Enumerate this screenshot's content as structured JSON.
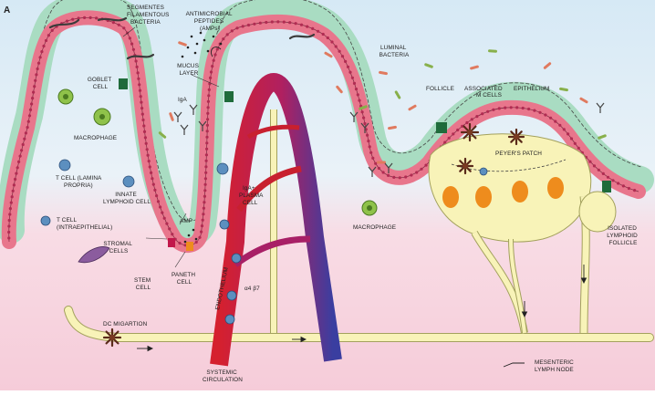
{
  "panel_label": "A",
  "labels": {
    "segmented_bacteria": [
      "SEGMENTES",
      "FILAMENTOUS",
      "BACTERIA"
    ],
    "amps": [
      "ANTIMICROBIAL",
      "PEPTIDES",
      "(AMPs)"
    ],
    "mucus_layer": [
      "MUCUS",
      "LAYER"
    ],
    "luminal_bacteria": [
      "LUMINAL",
      "BACTERIA"
    ],
    "goblet_cell": [
      "GOBLET",
      "CELL"
    ],
    "macrophage_left": "MACROPHAGE",
    "iga": "IgA",
    "follicle": "FOLLICLE",
    "associated": "ASSOCIATED",
    "m_cells": "M CELLS",
    "epithelium": "EPITHELIUM",
    "peyers_patch": "PEYER'S PATCH",
    "t_cell_lp": [
      "T CELL (LAMINA",
      "PROPRIA)"
    ],
    "innate_lymphoid": [
      "INNATE",
      "LYMPHOID CELL"
    ],
    "iga_plasma": [
      "IgA+",
      "PLASMA",
      "CELL"
    ],
    "amp_small": "AMP",
    "t_cell_ie": [
      "T CELL",
      "(INTRAEPITHELIAL)"
    ],
    "stromal_cells": [
      "STROMAL",
      "CELLS"
    ],
    "stem_cell": [
      "STEM",
      "CELL"
    ],
    "paneth_cell": [
      "PANETH",
      "CELL"
    ],
    "endothelium": "ENDOTHELIUM",
    "integrin": "α4 β7",
    "macrophage_right": "MACROPHAGE",
    "isolated_follicle": [
      "ISOLATED",
      "LYMPHOID",
      "FOLLICLE"
    ],
    "dc_migration": "DC MIGARTION",
    "systemic": [
      "SYSTEMIC",
      "CIRCULATION"
    ],
    "mesenteric": [
      "MESENTERIC",
      "LYMPH NODE"
    ]
  },
  "colors": {
    "lumen": "#dcecf6",
    "lamina_propria": "#f8d3df",
    "mucus": "#a9dcc2",
    "epithelium": "#e8768c",
    "nucleus": "#b02c52",
    "goblet": "#1f6b3b",
    "lymph": "#f8f3b8",
    "lymph_stroke": "#a3a15d",
    "artery": "#d5202e",
    "vein": "#3a3ea0",
    "follicle_b_cell": "#ee8c1d",
    "t_cell": "#5c8fbf"
  }
}
